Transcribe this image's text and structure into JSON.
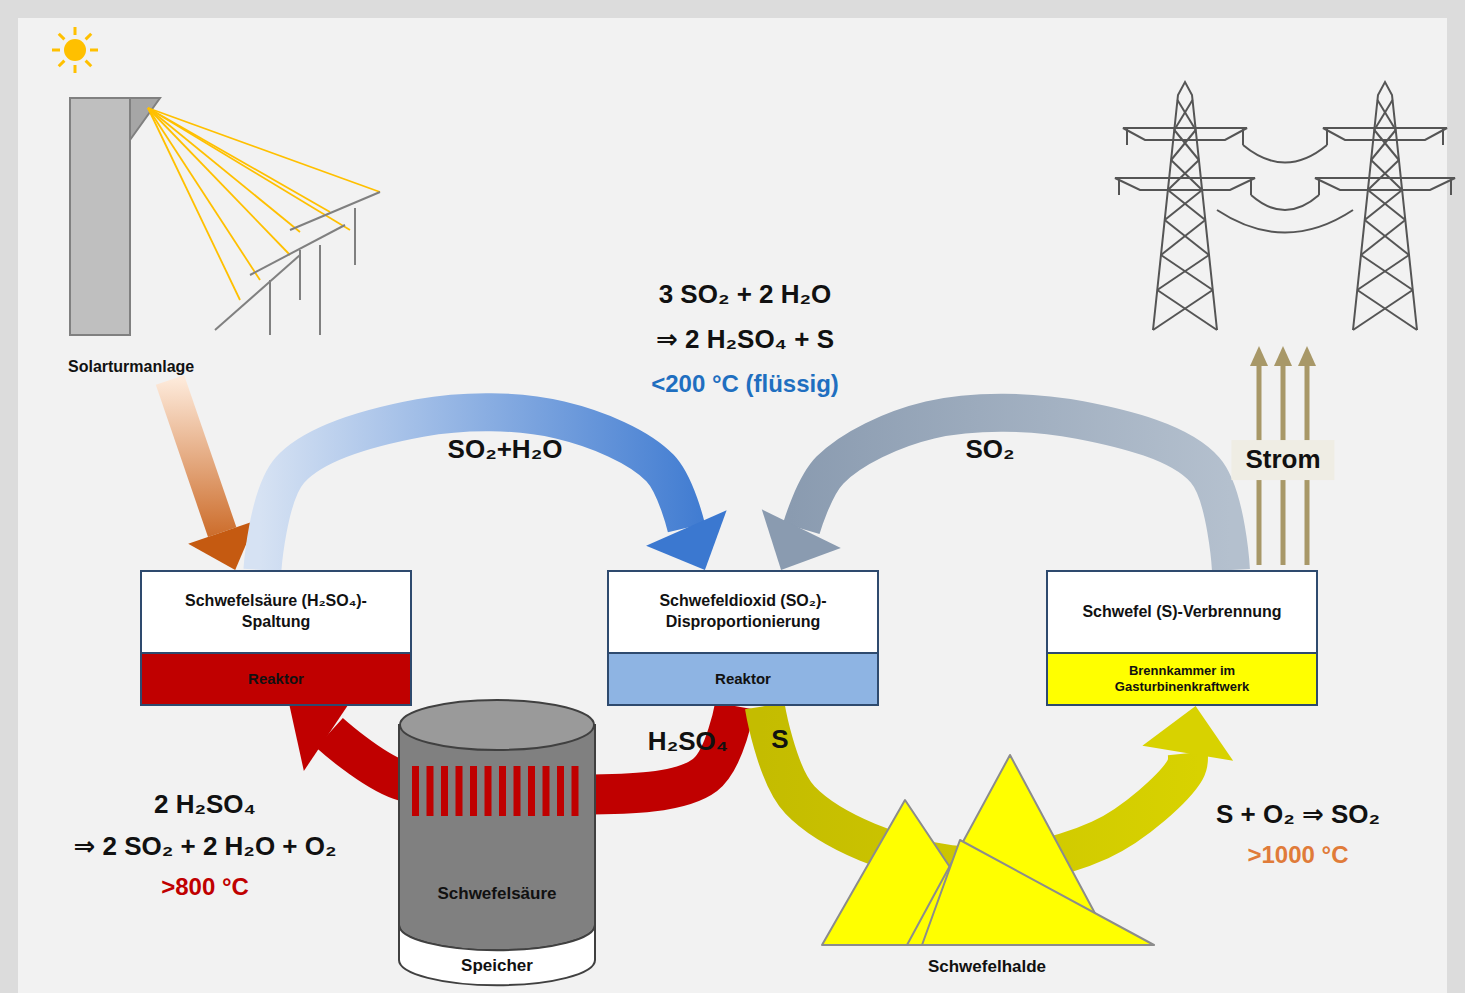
{
  "diagram": {
    "nodes": [
      {
        "text": [
          "Solarturmanlage"
        ]
      },
      {
        "text": [
          "Schwefelsäure (H₂SO₄)-Spaltung",
          "Reaktor"
        ]
      },
      {
        "text": [
          "Schwefeldioxid (SO₂)-Disproportionierung",
          "Reaktor"
        ]
      },
      {
        "text": [
          "Schwefel (S)-Verbrennung",
          "Brennkammer im Gasturbinenkraftwerk"
        ]
      },
      {
        "text": [
          "Schwefelsäure",
          "Speicher"
        ]
      },
      {
        "text": [
          "Schwefelhalde"
        ]
      }
    ],
    "edges": [
      {
        "from": 0,
        "to": 1,
        "arrow": "to"
      },
      {
        "from": 1,
        "to": 2,
        "label": "SO₂+H₂O",
        "arrow": "to"
      },
      {
        "from": 3,
        "to": 2,
        "label": "SO₂",
        "arrow": "to"
      },
      {
        "from": 2,
        "to": 1,
        "label": "H₂SO₄",
        "arrow": "to"
      },
      {
        "from": 2,
        "to": 3,
        "label": "S",
        "arrow": "to"
      }
    ],
    "labels": [
      "3 SO₂ + 2 H₂O",
      "⇒ 2 H₂SO₄ + S",
      "<200 °C (flüssig)",
      "Strom",
      "2 H₂SO₄",
      "⇒ 2 SO₂ + 2 H₂O + O₂",
      ">800 °C",
      "S + O₂ ⇒ SO₂",
      ">1000 °C"
    ]
  }
}
